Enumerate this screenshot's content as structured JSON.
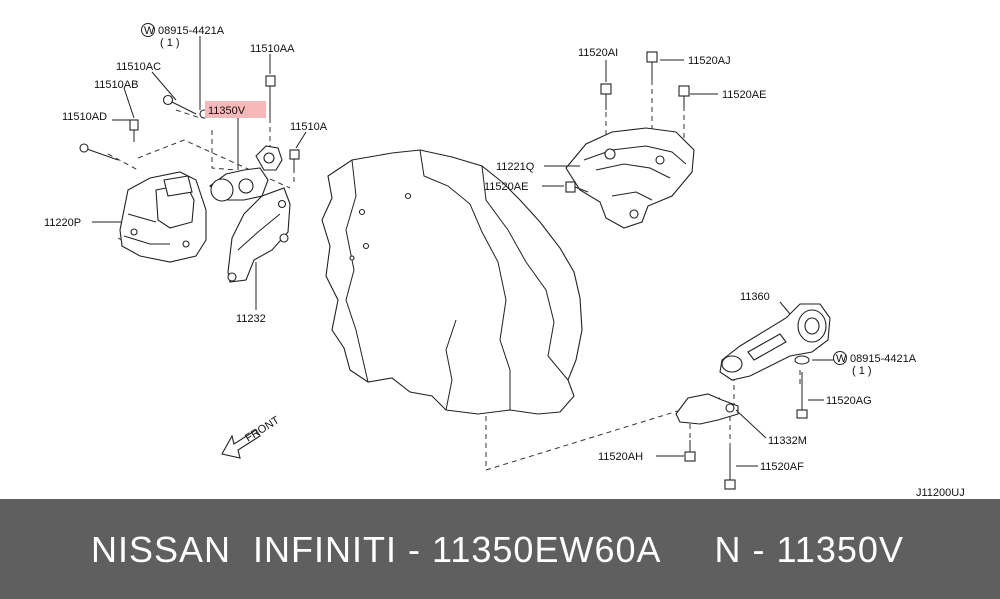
{
  "diagram": {
    "washer_top": {
      "code": "08915-4421A",
      "qty": "( 1 )",
      "prefix": "W"
    },
    "washer_bottom": {
      "code": "08915-4421A",
      "qty": "( 1 )",
      "prefix": "W"
    },
    "labels": {
      "p11510AA": "11510AA",
      "p11510AC": "11510AC",
      "p11510AB": "11510AB",
      "p11510AD": "11510AD",
      "p11350V": "11350V",
      "p11510A": "11510A",
      "p11220P": "11220P",
      "p11232": "11232",
      "p11520AI": "11520AI",
      "p11520AJ": "11520AJ",
      "p11520AE_r": "11520AE",
      "p11221Q": "11221Q",
      "p11520AE_l": "11520AE",
      "p11360": "11360",
      "p11520AG": "11520AG",
      "p11332M": "11332M",
      "p11520AH": "11520AH",
      "p11520AF": "11520AF"
    },
    "front_label": "FRONT",
    "diagram_code": "J11200UJ",
    "highlight_color": "#f6b8b8"
  },
  "footer": {
    "text": "NISSAN  INFINITI - 11350EW60A     N - 11350V",
    "bg_color": "#5f5f5f"
  }
}
